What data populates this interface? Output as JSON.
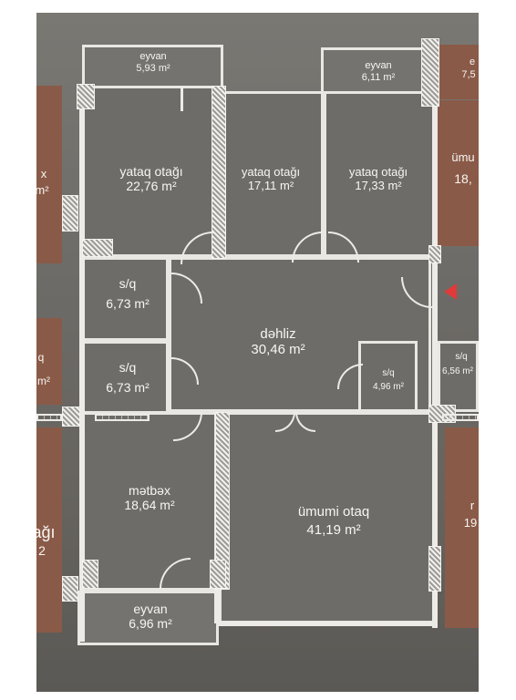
{
  "floor_plan": {
    "rooms": [
      {
        "id": "balcony-top-left",
        "name": "eyvan",
        "area": "5,93 m²"
      },
      {
        "id": "balcony-top-right",
        "name": "eyvan",
        "area": "6,11 m²"
      },
      {
        "id": "bedroom-1",
        "name": "yataq otağı",
        "area": "22,76 m²"
      },
      {
        "id": "bedroom-2",
        "name": "yataq otağı",
        "area": "17,11 m²"
      },
      {
        "id": "bedroom-3",
        "name": "yataq otağı",
        "area": "17,33 m²"
      },
      {
        "id": "bathroom-1",
        "name": "s/q",
        "area": "6,73 m²"
      },
      {
        "id": "bathroom-2",
        "name": "s/q",
        "area": "6,73 m²"
      },
      {
        "id": "hallway",
        "name": "dəhliz",
        "area": "30,46 m²"
      },
      {
        "id": "bathroom-3",
        "name": "s/q",
        "area": "4,96 m²"
      },
      {
        "id": "kitchen",
        "name": "mətbəx",
        "area": "18,64 m²"
      },
      {
        "id": "living-room",
        "name": "ümumi otaq",
        "area": "41,19 m²"
      },
      {
        "id": "balcony-bottom",
        "name": "eyvan",
        "area": "6,96 m²"
      }
    ],
    "neighbor_fragments": {
      "left": [
        "x",
        "m²",
        "q",
        "m²",
        "ağı",
        "2"
      ],
      "right": [
        "e",
        "7,5",
        "ümu",
        "18,",
        "s/q",
        "6,56 m²",
        "r",
        "19"
      ]
    },
    "colors": {
      "wall": "#ecebe7",
      "neighbor": "#8a5a48",
      "marker": "#e03a3a"
    }
  }
}
